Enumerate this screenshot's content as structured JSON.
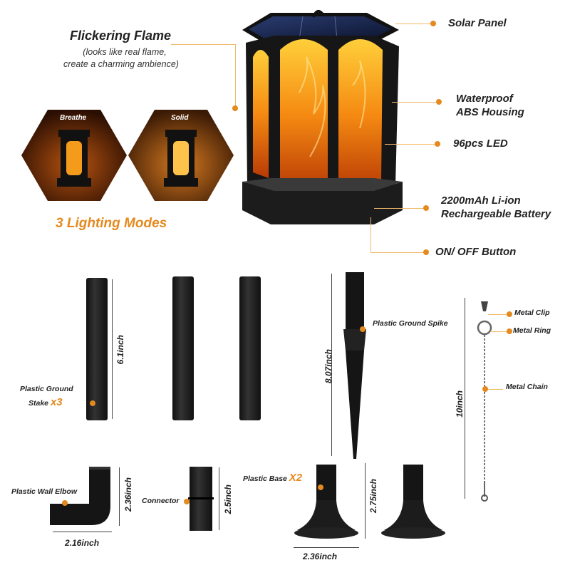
{
  "lantern": {
    "features": {
      "flame_title": "Flickering Flame",
      "flame_desc_line1": "(looks like real flame,",
      "flame_desc_line2": "create a charming ambience)",
      "solar_panel": "Solar Panel",
      "housing_line1": "Waterproof",
      "housing_line2": "ABS Housing",
      "led": "96pcs LED",
      "battery_line1": "2200mAh Li-ion",
      "battery_line2": "Rechargeable Battery",
      "button": "ON/ OFF Button"
    },
    "modes": {
      "title": "3 Lighting Modes",
      "items": [
        "Breathe",
        "Solid"
      ]
    }
  },
  "accessories": {
    "ground_stake_line1": "Plastic Ground",
    "ground_stake_line2": "Stake",
    "ground_stake_qty": "x3",
    "stake_length": "6.1inch",
    "ground_spike": "Plastic Ground Spike",
    "spike_length": "8.07inch",
    "metal_clip": "Metal Clip",
    "metal_ring": "Metal Ring",
    "metal_chain": "Metal Chain",
    "chain_length": "10inch",
    "wall_elbow": "Plastic Wall Elbow",
    "elbow_height": "2.36inch",
    "elbow_width": "2.16inch",
    "connector": "Connector",
    "connector_length": "2.5inch",
    "base": "Plastic Base",
    "base_qty": "X2",
    "base_height": "2.75inch",
    "base_width": "2.36inch"
  },
  "colors": {
    "accent": "#e48a1e",
    "black": "#111111",
    "flame": "#f28a14"
  }
}
